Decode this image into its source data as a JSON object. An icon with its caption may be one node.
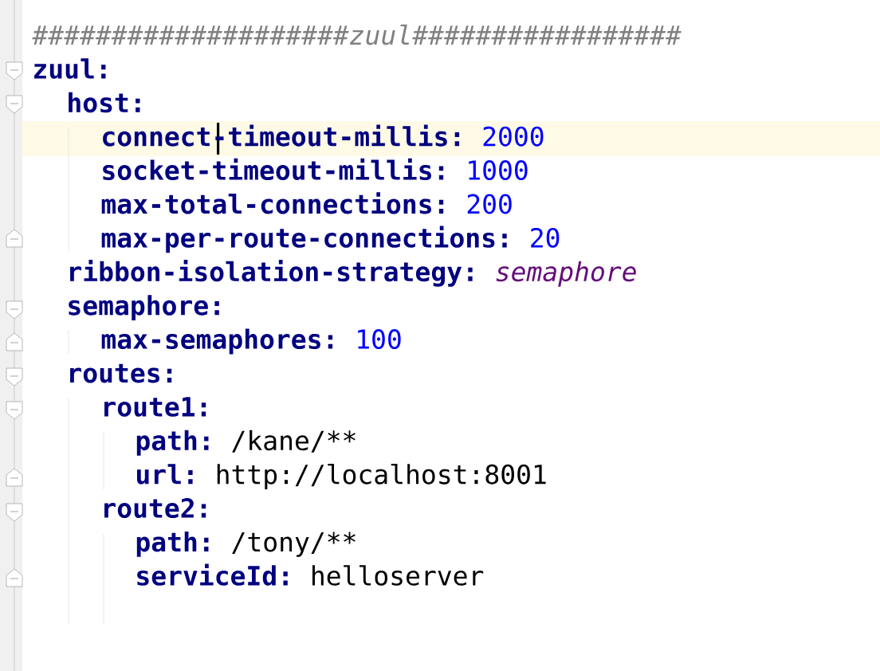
{
  "diagram": {
    "labels": [
      "####################zuul#################",
      "zuul:",
      "host:",
      "connect-timeout-millis:",
      "2000",
      "socket-timeout-millis:",
      "1000",
      "max-total-connections:",
      "200",
      "max-per-route-connections:",
      "20",
      "ribbon-isolation-strategy:",
      "semaphore",
      "semaphore:",
      "max-semaphores:",
      "100",
      "routes:",
      "route1:",
      "path:",
      "/kane/**",
      "url:",
      "http://localhost:8001",
      "route2:",
      "path:",
      "/tony/**",
      "serviceId:",
      "helloserver"
    ]
  }
}
